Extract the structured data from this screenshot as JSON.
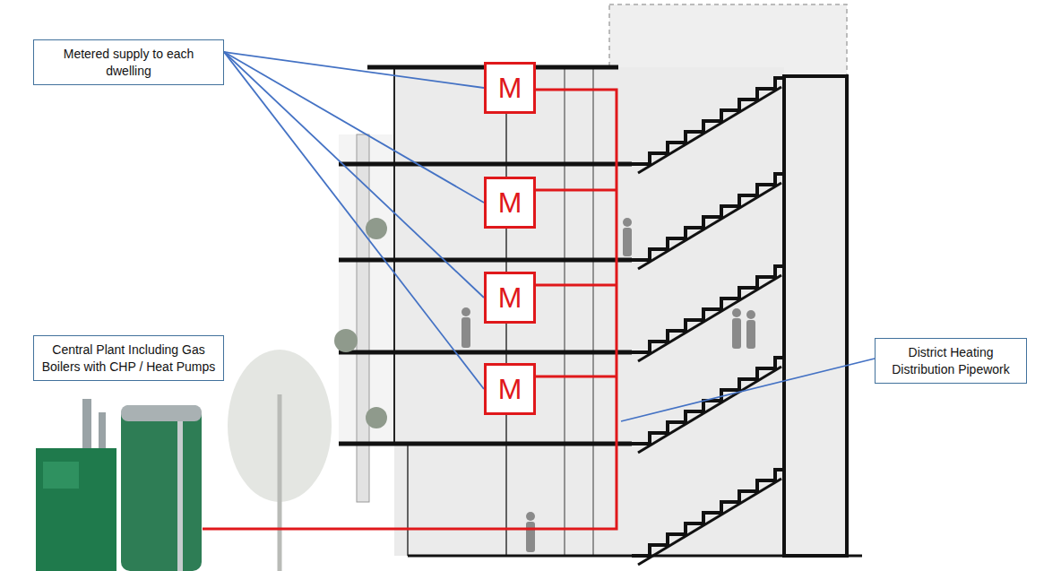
{
  "diagram": {
    "nodes": [
      {
        "text": [
          "Metered supply to each dwelling"
        ]
      },
      {
        "text": [
          "M"
        ]
      },
      {
        "text": [
          "M"
        ]
      },
      {
        "text": [
          "M"
        ]
      },
      {
        "text": [
          "M"
        ]
      },
      {
        "text": [
          "Central Plant Including Gas Boilers with CHP / Heat Pumps"
        ]
      },
      {
        "text": [
          "District Heating Distribution Pipework"
        ]
      }
    ],
    "edges": [
      {
        "from": 0,
        "to": 1,
        "arrow": "none"
      },
      {
        "from": 0,
        "to": 2,
        "arrow": "none"
      },
      {
        "from": 0,
        "to": 3,
        "arrow": "none"
      },
      {
        "from": 0,
        "to": 4,
        "arrow": "none"
      }
    ]
  }
}
